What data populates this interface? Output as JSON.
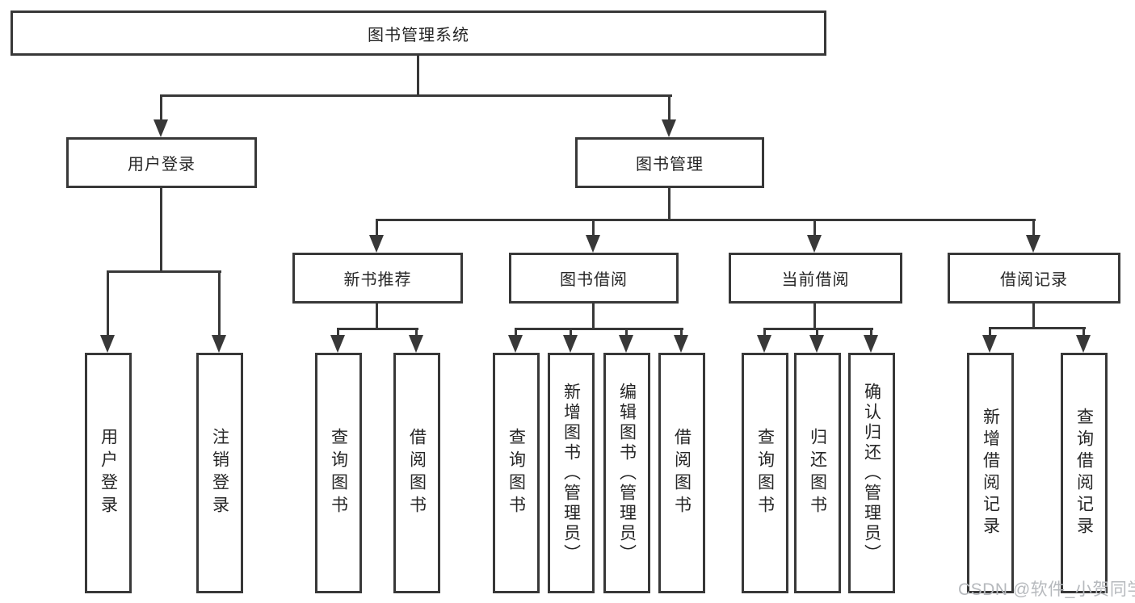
{
  "diagram": {
    "title": "图书管理系统",
    "level2": {
      "user_login": "用户登录",
      "book_management": "图书管理"
    },
    "modules": [
      "新书推荐",
      "图书借阅",
      "当前借阅",
      "借阅记录"
    ],
    "leaves": {
      "user_login": [
        "用户登录",
        "注销登录"
      ],
      "new_book_recommend": [
        "查询图书",
        "借阅图书"
      ],
      "book_borrowing": [
        "查询图书",
        "新增图书（管理员）",
        "编辑图书（管理员）",
        "借阅图书"
      ],
      "current_borrowing": [
        "查询图书",
        "归还图书",
        "确认归还（管理员）"
      ],
      "borrowing_records": [
        "新增借阅记录",
        "查询借阅记录"
      ]
    }
  },
  "watermark": "CSDN @软件_小贺同学",
  "colors": {
    "line": "#383838",
    "text": "#262626",
    "background": "#ffffff",
    "watermark": "#b6b9bd"
  }
}
